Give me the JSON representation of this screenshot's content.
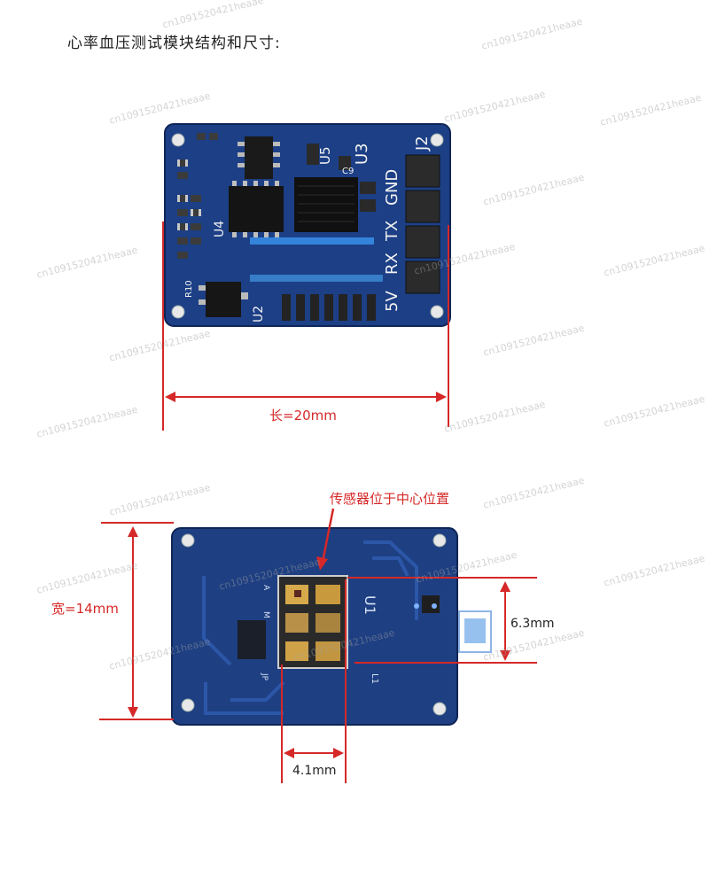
{
  "title": "心率血压测试模块结构和尺寸:",
  "dimensions": {
    "length": "长=20mm",
    "width": "宽=14mm",
    "sensor_height": "6.3mm",
    "sensor_width": "4.1mm"
  },
  "sensor_note": "传感器位于中心位置",
  "board_top": {
    "silk": [
      "U5",
      "U3",
      "J2",
      "GND",
      "TX",
      "RX",
      "5V",
      "U4",
      "U2",
      "C9",
      "R10"
    ]
  },
  "board_bottom": {
    "silk": [
      "A",
      "M",
      "L1",
      "U1",
      "JP"
    ]
  },
  "watermark": "cn1091520421heaae",
  "colors": {
    "pcb": "#1c3f86",
    "pcb_dark": "#122c63",
    "dimension_red": "#d62828"
  }
}
